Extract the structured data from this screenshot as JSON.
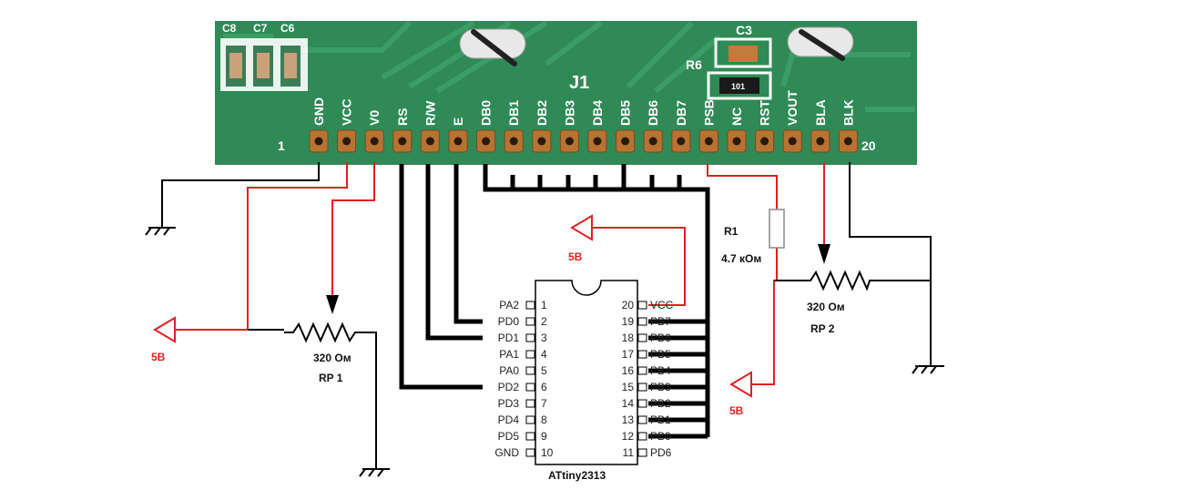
{
  "colors": {
    "pcb": "#2e8b57",
    "pad": "#b87333",
    "wire_black": "#000000",
    "wire_red": "#e02020"
  },
  "pcb": {
    "capacitor_labels": [
      "C8",
      "C7",
      "C6"
    ],
    "connector_label": "J1",
    "c3_label": "C3",
    "r6_label": "R6",
    "smd_marking": "101",
    "pin_first": "1",
    "pin_last": "20",
    "pins": [
      "GND",
      "VCC",
      "V0",
      "RS",
      "R/W",
      "E",
      "DB0",
      "DB1",
      "DB2",
      "DB3",
      "DB4",
      "DB5",
      "DB6",
      "DB7",
      "PSB",
      "NC",
      "RST",
      "VOUT",
      "BLA",
      "BLK"
    ]
  },
  "mcu": {
    "name": "ATtiny2313",
    "left_pins": [
      {
        "num": "1",
        "name": "PA2"
      },
      {
        "num": "2",
        "name": "PD0"
      },
      {
        "num": "3",
        "name": "PD1"
      },
      {
        "num": "4",
        "name": "PA1"
      },
      {
        "num": "5",
        "name": "PA0"
      },
      {
        "num": "6",
        "name": "PD2"
      },
      {
        "num": "7",
        "name": "PD3"
      },
      {
        "num": "8",
        "name": "PD4"
      },
      {
        "num": "9",
        "name": "PD5"
      },
      {
        "num": "10",
        "name": "GND"
      }
    ],
    "right_pins": [
      {
        "num": "20",
        "name": "VCC"
      },
      {
        "num": "19",
        "name": "PB7"
      },
      {
        "num": "18",
        "name": "PB6"
      },
      {
        "num": "17",
        "name": "PB5"
      },
      {
        "num": "16",
        "name": "PB4"
      },
      {
        "num": "15",
        "name": "PB3"
      },
      {
        "num": "14",
        "name": "PB2"
      },
      {
        "num": "13",
        "name": "PB1"
      },
      {
        "num": "12",
        "name": "PB0"
      },
      {
        "num": "11",
        "name": "PD6"
      }
    ]
  },
  "rp1": {
    "value": "320 Ом",
    "name": "RP 1"
  },
  "rp2": {
    "value": "320 Ом",
    "name": "RP 2"
  },
  "r1": {
    "name": "R1",
    "value": "4.7 кОм"
  },
  "supply": {
    "rp1": "5В",
    "mcu": "5В",
    "r1": "5В"
  }
}
